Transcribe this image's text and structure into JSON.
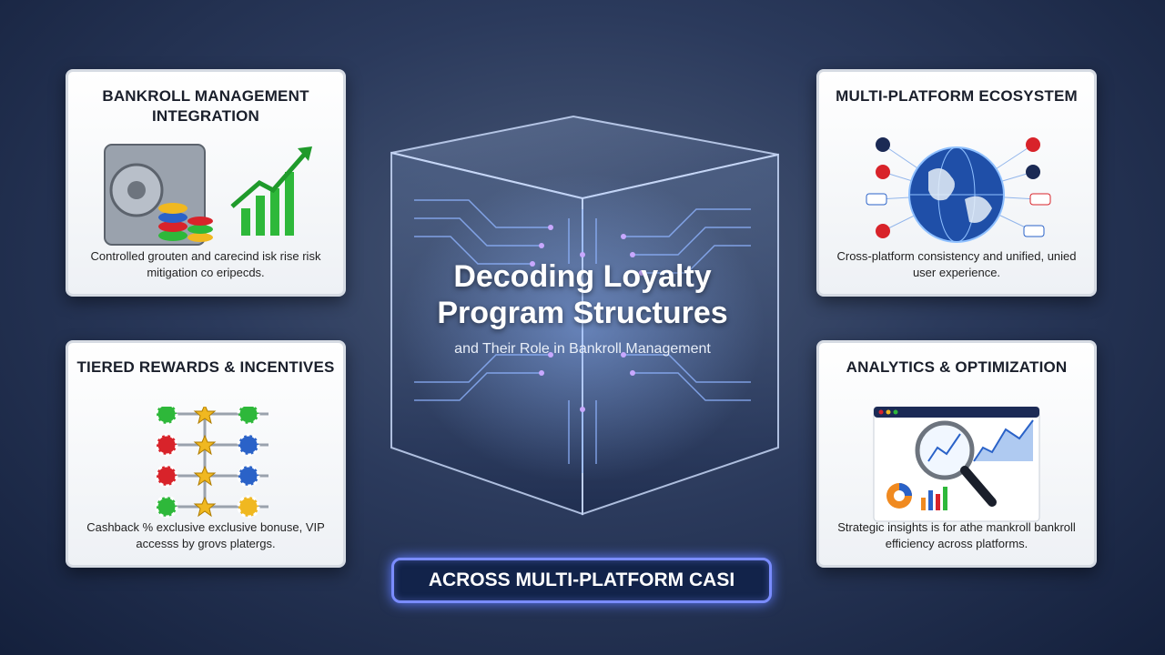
{
  "title": {
    "line1": "Decoding Loyalty",
    "line2": "Program Structures",
    "subtitle": "and Their Role in Bankroll Management"
  },
  "banner": {
    "label": "ACROSS MULTI-PLATFORM CASI"
  },
  "cards": {
    "top_left": {
      "title": "BANKROLL MANAGEMENT INTEGRATION",
      "text": "Controlled grouten and carecind isk rise risk mitigation co eripecds.",
      "icons": [
        "vault-icon",
        "chip-stack-icon",
        "growth-chart-icon"
      ]
    },
    "top_right": {
      "title": "MULTI-PLATFORM ECOSYSTEM",
      "text": "Cross-platform consistency and unified, unied user experience.",
      "icons": [
        "globe-icon",
        "platform-logo-icon"
      ]
    },
    "bottom_left": {
      "title": "TIERED REWARDS & INCENTIVES",
      "text": "Cashback % exclusive exclusive bonuse, VIP accesss by grovs platergs.",
      "icons": [
        "chip-icon",
        "star-icon"
      ]
    },
    "bottom_right": {
      "title": "ANALYTICS & OPTIMIZATION",
      "text": "Strategic insights is for athe mankroll bankroll efficiency across platforms.",
      "icons": [
        "dashboard-icon",
        "magnifier-icon"
      ]
    }
  },
  "colors": {
    "accent": "#7a8cff",
    "green": "#2eb83a",
    "red": "#d8232a",
    "blue": "#2a62c8",
    "gold": "#f0b820"
  }
}
